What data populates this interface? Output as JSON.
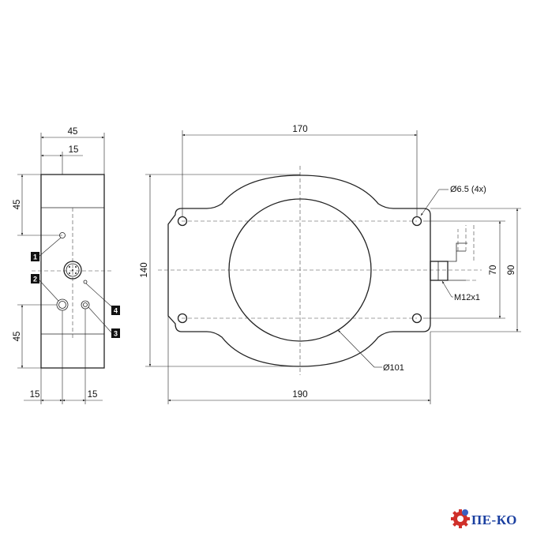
{
  "side_view": {
    "dim_width": "45",
    "dim_offset": "15",
    "dim_top_height": "45",
    "dim_bottom_height": "45",
    "dim_bottom_left": "15",
    "dim_bottom_right": "15",
    "markers": [
      "1",
      "2",
      "3",
      "4"
    ]
  },
  "front_view": {
    "dim_hole_spacing_x": "170",
    "dim_hole_spacing_y": "140",
    "dim_overall_width": "190",
    "dim_hole_pattern_small": "70",
    "dim_overall_height": "90",
    "hole_callout": "Ø6.5 (4x)",
    "connector_callout": "M12x1",
    "bore_callout": "Ø101"
  },
  "logo": {
    "text": "ПЕ-КО",
    "gear_color": "#d0302a",
    "text_color": "#1a3fa0"
  }
}
